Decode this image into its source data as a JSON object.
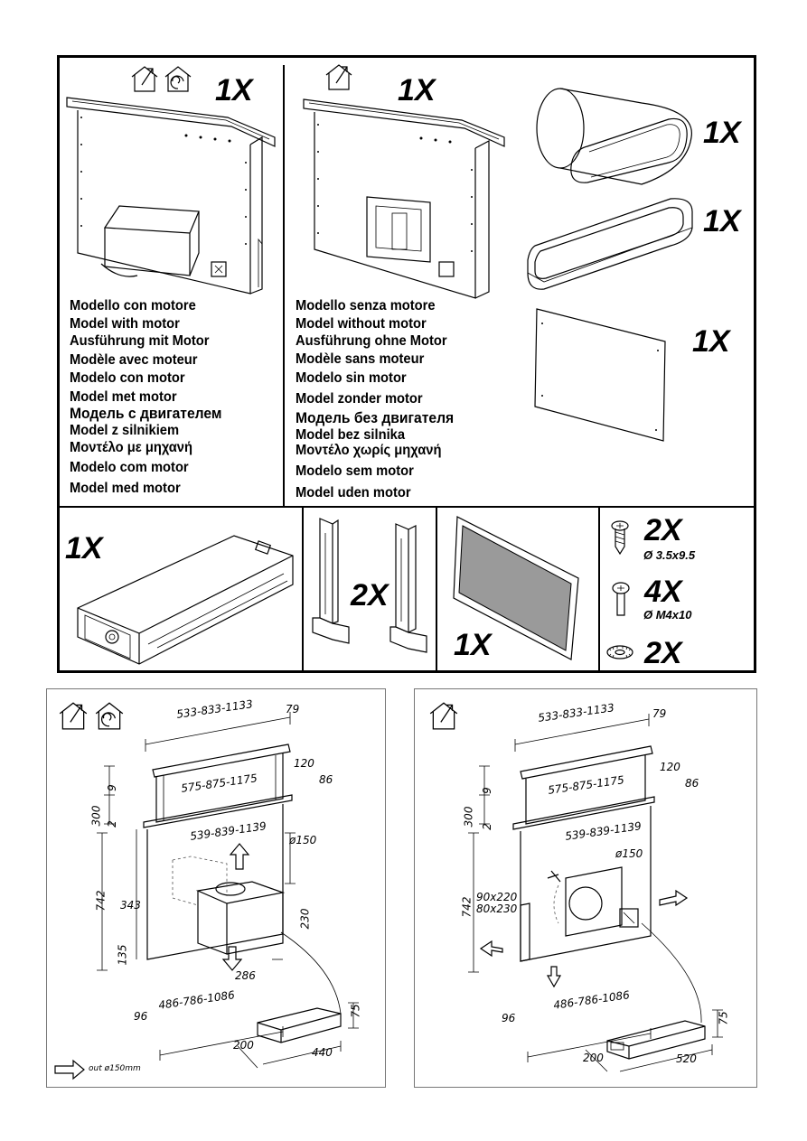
{
  "components": {
    "model_with_motor": {
      "qty": "1X",
      "labels": [
        "Modello con motore",
        "Model with motor",
        "Ausführung mit Motor",
        "Modèle avec moteur",
        "Modelo con motor",
        "Model met motor",
        "Модель с двигателем",
        "Model z silnikiem",
        "Μοντέλο με μηχανή",
        "Modelo com motor",
        "Model med motor"
      ]
    },
    "model_without_motor": {
      "qty": "1X",
      "labels": [
        "Modello senza motore",
        "Model without motor",
        "Ausführung ohne Motor",
        "Modèle sans moteur",
        "Modelo sin motor",
        "Model zonder motor",
        "Модель без двигателя",
        "Model bez silnika",
        "Μοντέλο χωρίς μηχανή",
        "Modelo sem motor",
        "Model uden motor"
      ]
    },
    "duct_adapter_qty": "1X",
    "flat_duct_qty": "1X",
    "panel_qty": "1X",
    "motor_box_qty": "1X",
    "brackets_qty": "2X",
    "filter_qty": "1X",
    "screw_a": {
      "qty": "2X",
      "spec": "Ø 3.5x9.5"
    },
    "screw_b": {
      "qty": "4X",
      "spec": "Ø M4x10"
    },
    "washer_qty": "2X"
  },
  "drawing_with_motor": {
    "dims": {
      "width_top": "533-833-1133",
      "depth_top": "79",
      "d120": "120",
      "d9": "9",
      "width_mid": "575-875-1175",
      "d86": "86",
      "h300": "300",
      "d2": "2",
      "width_body": "539-839-1139",
      "duct": "ø150",
      "h742": "742",
      "d343": "343",
      "d230": "230",
      "d135": "135",
      "d286": "286",
      "d96": "96",
      "width_base": "486-786-1086",
      "d75": "75",
      "d200": "200",
      "d440": "440"
    },
    "legend": "out ø150mm"
  },
  "drawing_without_motor": {
    "dims": {
      "width_top": "533-833-1133",
      "depth_top": "79",
      "d120": "120",
      "d9": "9",
      "width_mid": "575-875-1175",
      "d86": "86",
      "h300": "300",
      "d2": "2",
      "width_body": "539-839-1139",
      "duct": "ø150",
      "h742": "742",
      "opening_a": "90x220",
      "opening_b": "80x230",
      "d96": "96",
      "width_base": "486-786-1086",
      "d75": "75",
      "d200": "200",
      "d520": "520"
    }
  }
}
